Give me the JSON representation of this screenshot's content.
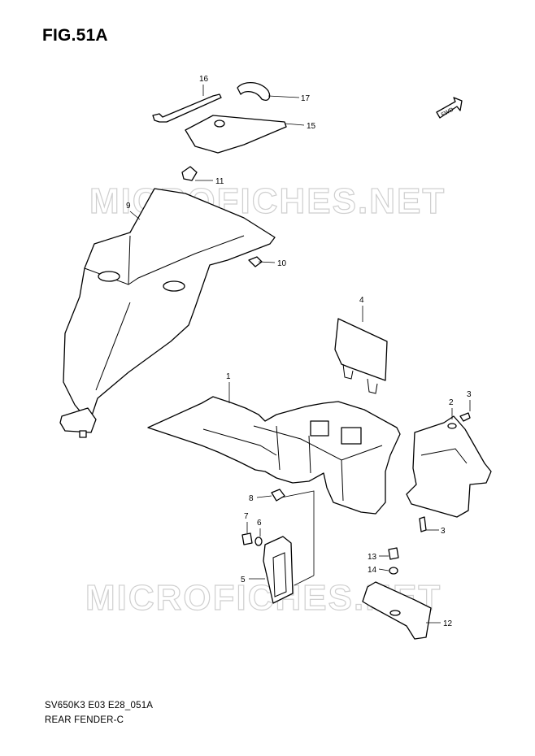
{
  "figure": {
    "title": "FIG.51A",
    "code": "SV650K3 E03 E28_051A",
    "name": "REAR FENDER-C"
  },
  "watermarks": [
    "MICROFICHES.NET",
    "MICROFICHES.NET"
  ],
  "fwd_label": "FWD",
  "callouts": [
    "16",
    "17",
    "15",
    "11",
    "9",
    "10",
    "4",
    "1",
    "2",
    "3",
    "8",
    "7",
    "6",
    "3",
    "13",
    "14",
    "5",
    "12"
  ]
}
